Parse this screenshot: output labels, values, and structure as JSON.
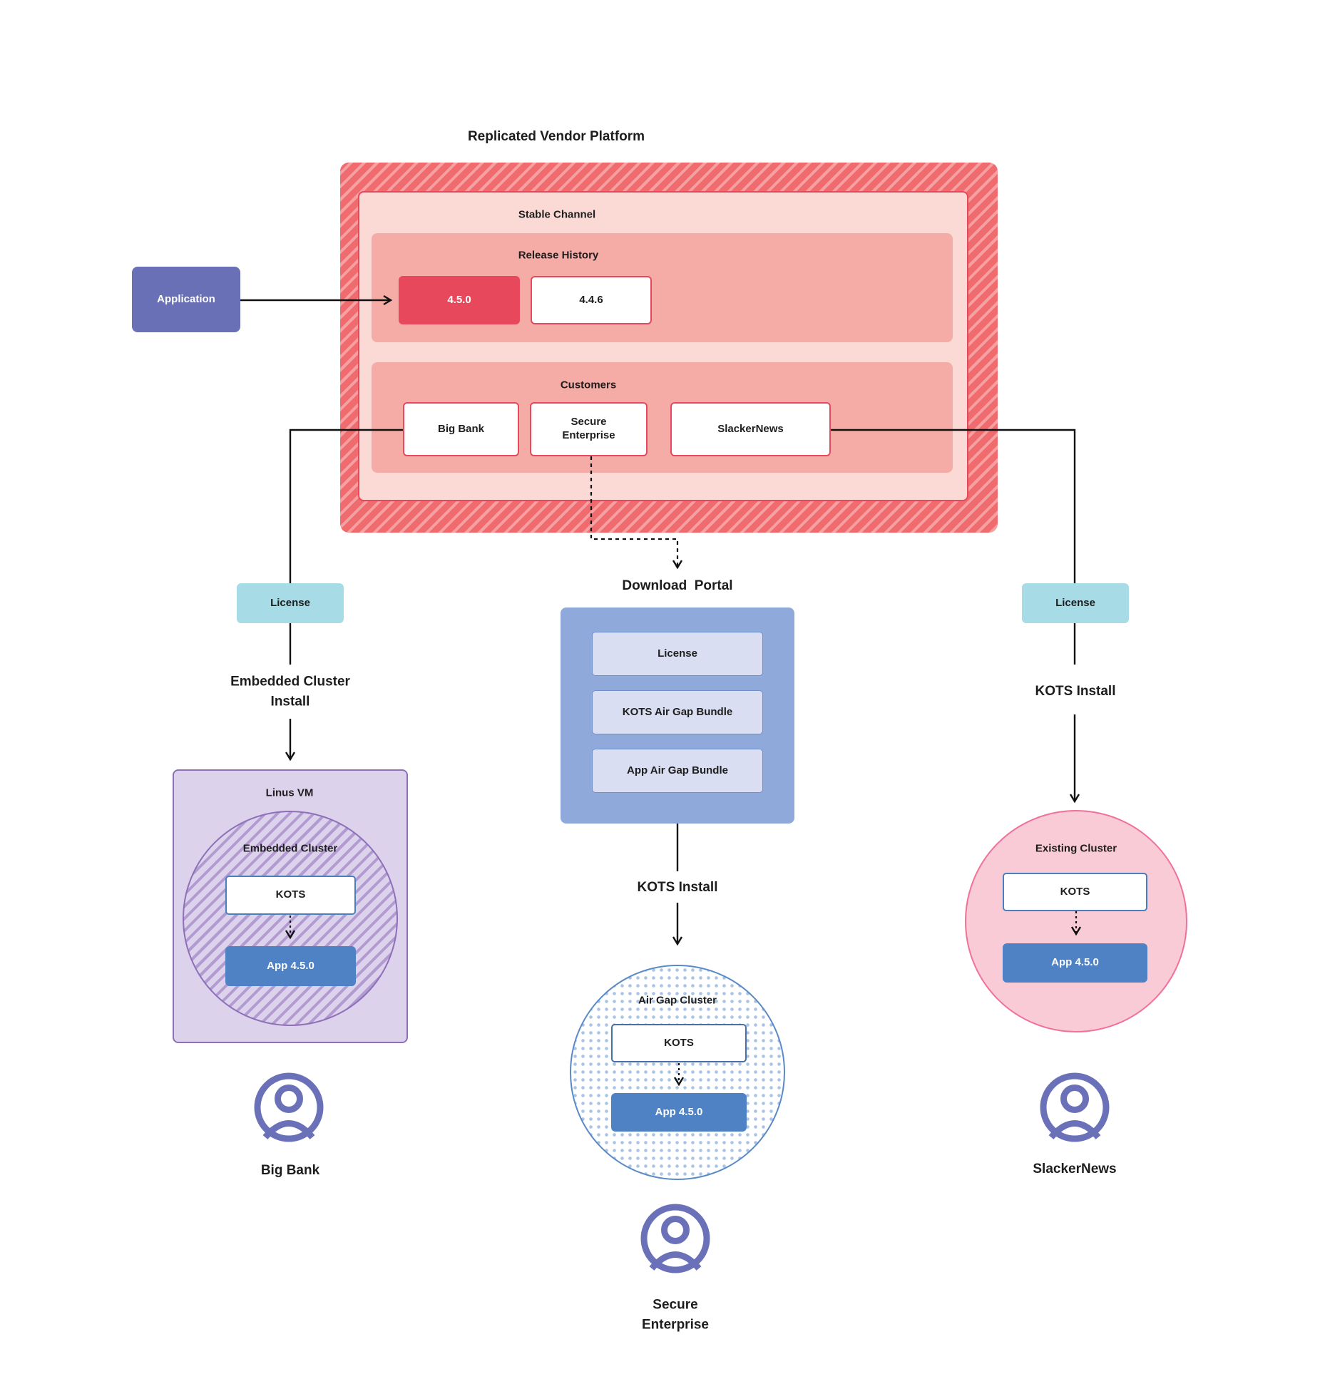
{
  "title": "Replicated Vendor Platform",
  "application": {
    "label": "Application"
  },
  "platform": {
    "stable_channel": "Stable Channel",
    "release_history": {
      "label": "Release History",
      "releases": [
        {
          "version": "4.5.0"
        },
        {
          "version": "4.4.6"
        }
      ]
    },
    "customers": {
      "label": "Customers",
      "items": [
        {
          "line1": "Big Bank"
        },
        {
          "line1": "Secure",
          "line2": "Enterprise"
        },
        {
          "line1": "SlackerNews"
        }
      ]
    }
  },
  "left_flow": {
    "license": "License",
    "install_line1": "Embedded Cluster",
    "install_line2": "Install",
    "vm_label": "Linus VM",
    "cluster_label": "Embedded Cluster",
    "kots": "KOTS",
    "app": "App 4.5.0",
    "user": "Big Bank",
    "user_icon": "user-icon"
  },
  "middle_flow": {
    "portal_label": "Download  Portal",
    "portal_items": [
      {
        "label": "License"
      },
      {
        "label": "KOTS Air Gap Bundle"
      },
      {
        "label": "App Air Gap Bundle"
      }
    ],
    "install": "KOTS Install",
    "cluster_label": "Air Gap Cluster",
    "kots": "KOTS",
    "app": "App 4.5.0",
    "user_line1": "Secure",
    "user_line2": "Enterprise",
    "user_icon": "user-icon"
  },
  "right_flow": {
    "license": "License",
    "install": "KOTS Install",
    "cluster_label": "Existing Cluster",
    "kots": "KOTS",
    "app": "App 4.5.0",
    "user": "SlackerNews",
    "user_icon": "user-icon"
  },
  "colors": {
    "platform_hatch_base": "#ef6b6e",
    "platform_hatch_stripe": "#f6a0a2",
    "stable_bg": "#fbd9d5",
    "panel_bg": "#f5aca6",
    "accent_red": "#e8485c",
    "application_purple": "#6a70b5",
    "license_teal": "#a7dbe6",
    "portal_blue": "#8fa9da",
    "portal_item_bg": "#d9def2",
    "vm_lavender": "#dcd2eb",
    "vm_border": "#8e6fb8",
    "app_blue": "#4e82c4",
    "kots_border": "#4a7ebe",
    "airgap_border": "#5a8ac6",
    "existing_pink": "#f9cbd7",
    "existing_border": "#f0719a",
    "user_icon_indigo": "#6a71b8",
    "line_black": "#111111"
  }
}
